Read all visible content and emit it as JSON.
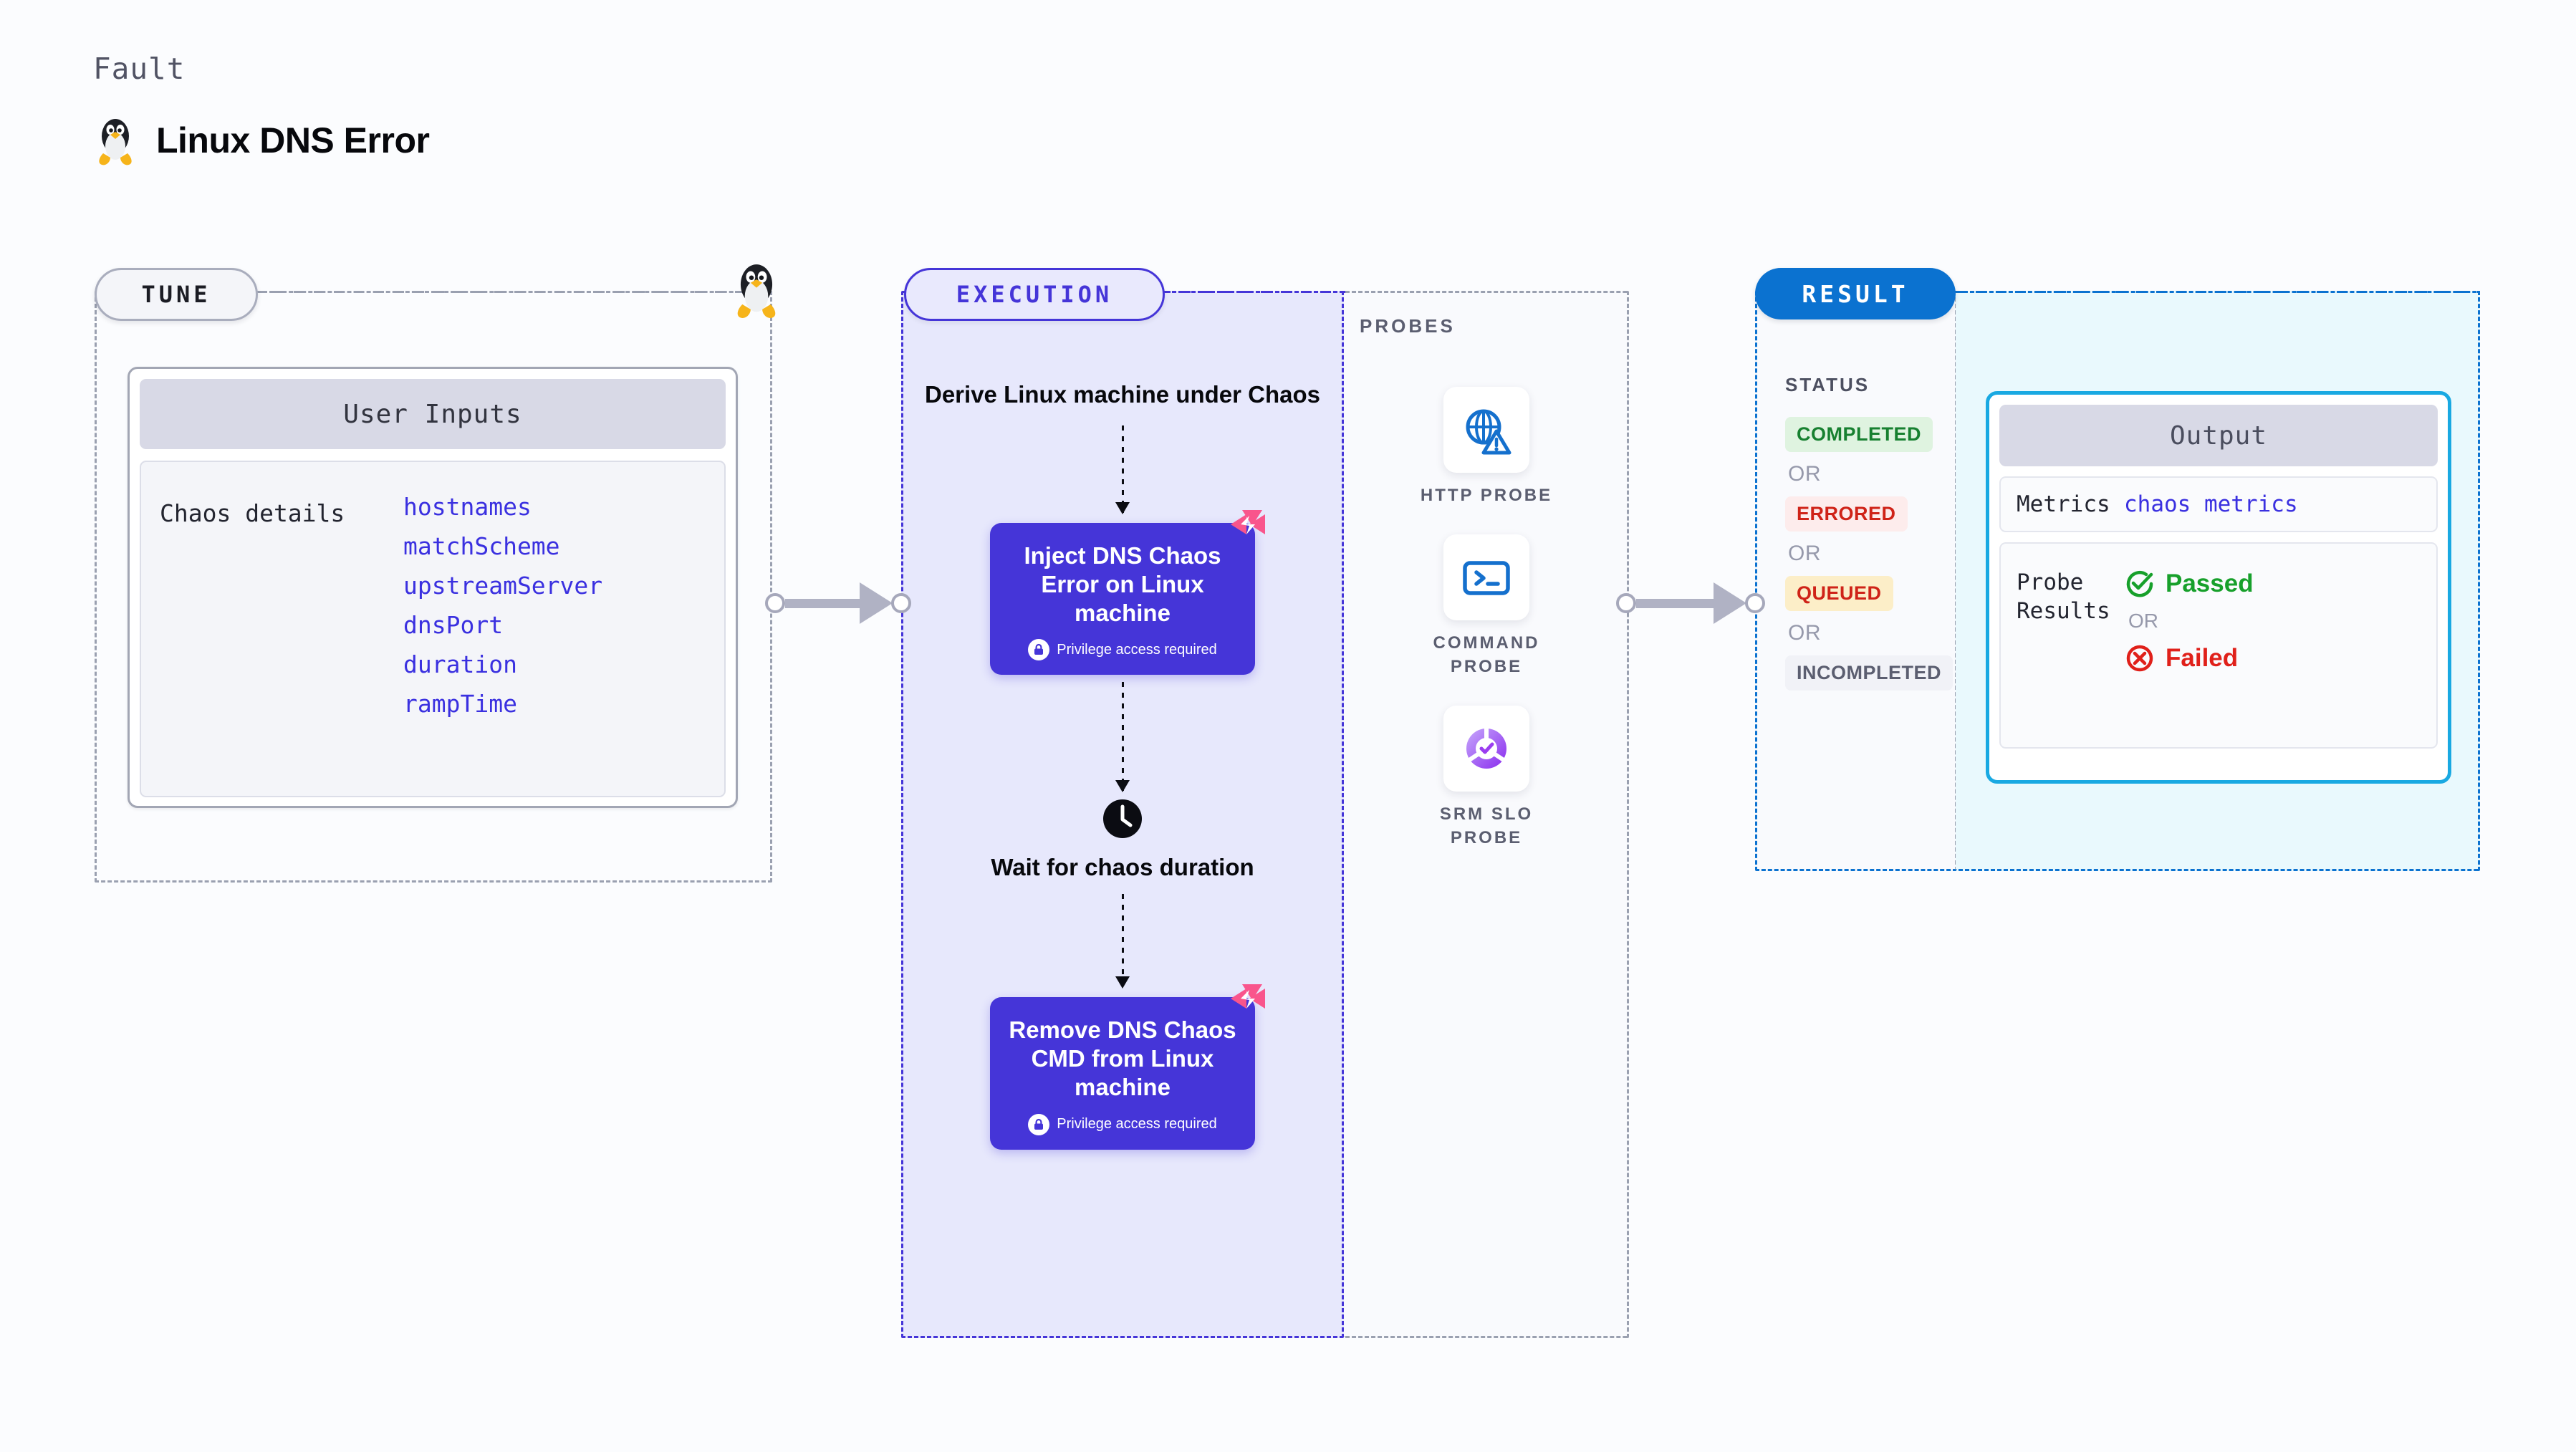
{
  "header": {
    "kicker": "Fault",
    "title": "Linux DNS Error",
    "icon": "linux-penguin-icon"
  },
  "tune": {
    "pill_label": "TUNE",
    "card": {
      "header": "User Inputs",
      "details_label": "Chaos details",
      "params": [
        "hostnames",
        "matchScheme",
        "upstreamServer",
        "dnsPort",
        "duration",
        "rampTime"
      ]
    },
    "boundary_icon": "linux-penguin-icon"
  },
  "execution": {
    "pill_label": "EXECUTION",
    "steps": [
      {
        "type": "caption",
        "label": "Derive Linux machine under Chaos"
      },
      {
        "type": "node",
        "label": "Inject DNS Chaos Error on Linux machine",
        "privilege_note": "Privilege access required",
        "badge_icon": "chaos-corner-badge-icon",
        "lock_icon": "lock-icon"
      },
      {
        "type": "wait",
        "label": "Wait for chaos duration",
        "icon": "clock-icon"
      },
      {
        "type": "node",
        "label": "Remove DNS Chaos CMD from Linux machine",
        "privilege_note": "Privilege access required",
        "badge_icon": "chaos-corner-badge-icon",
        "lock_icon": "lock-icon"
      }
    ]
  },
  "probes": {
    "label": "PROBES",
    "items": [
      {
        "name": "HTTP PROBE",
        "icon": "globe-warning-icon"
      },
      {
        "name": "COMMAND PROBE",
        "icon": "terminal-icon"
      },
      {
        "name": "SRM SLO PROBE",
        "icon": "slo-donut-check-icon"
      }
    ]
  },
  "result": {
    "pill_label": "RESULT",
    "status_label": "STATUS",
    "or_label": "OR",
    "statuses": [
      {
        "label": "COMPLETED",
        "bg": "#dff3e0",
        "fg": "#178030"
      },
      {
        "label": "ERRORED",
        "bg": "#fdecec",
        "fg": "#cf2318"
      },
      {
        "label": "QUEUED",
        "bg": "#fceec8",
        "fg": "#cf2318"
      },
      {
        "label": "INCOMPLETED",
        "bg": "#f1f2f7",
        "fg": "#5b5e70"
      }
    ]
  },
  "output": {
    "header": "Output",
    "metrics_key": "Metrics",
    "metrics_value": "chaos metrics",
    "probe_results_key": "Probe Results",
    "or_label": "OR",
    "passed": {
      "label": "Passed",
      "icon": "check-circle-icon",
      "color": "#17a02b"
    },
    "failed": {
      "label": "Failed",
      "icon": "x-circle-icon",
      "color": "#e0201a"
    }
  },
  "colors": {
    "canvas": "#fbfcfe",
    "tune_border": "#9aa0b0",
    "execution_accent": "#4535d8",
    "execution_fill": "#e7e8fc",
    "result_accent": "#0b72d0",
    "output_fill": "#e9f9fd",
    "output_card_border": "#19a9e2",
    "param_text": "#3a30e0",
    "chaos_badge": "#f9558c",
    "connector": "#b0b2c4"
  }
}
